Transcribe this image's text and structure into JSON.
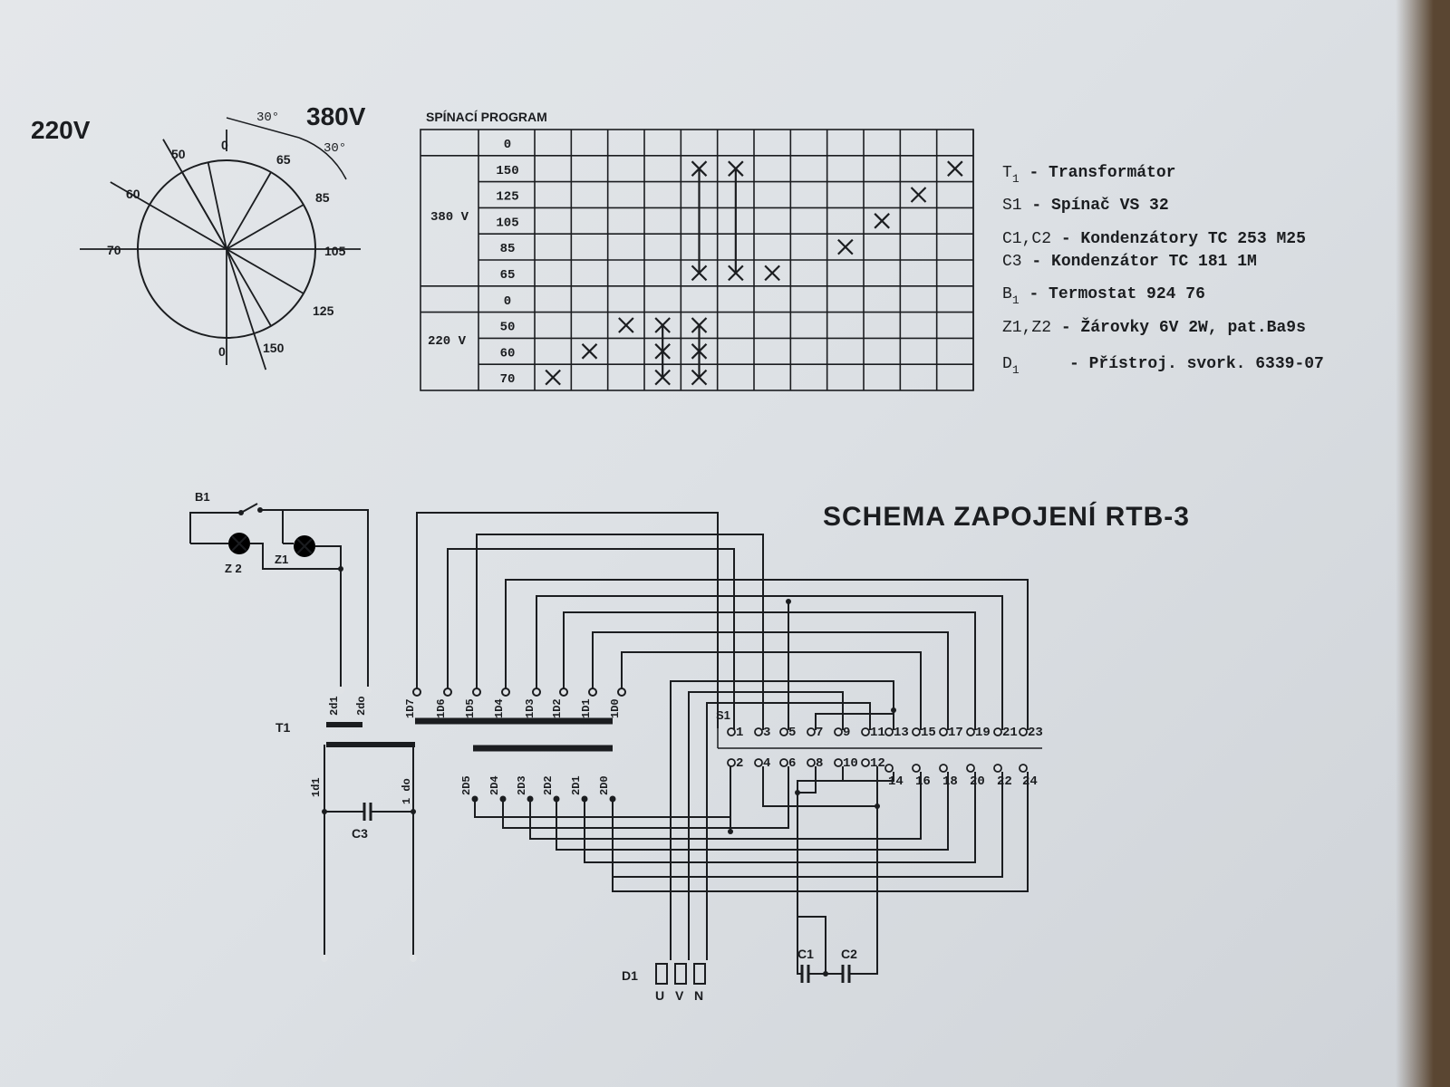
{
  "voltage_dial": {
    "label_220": "220V",
    "label_380": "380V",
    "angle_1": "30°",
    "angle_2": "30°",
    "positions": [
      "0",
      "65",
      "85",
      "105",
      "125",
      "150",
      "0",
      "70",
      "60",
      "50"
    ]
  },
  "switching_program": {
    "title": "SPÍNACÍ PROGRAM",
    "group_380": "380 V",
    "group_220": "220 V",
    "rows": [
      "0",
      "150",
      "125",
      "105",
      "85",
      "65",
      "0",
      "50",
      "60",
      "70"
    ]
  },
  "legend": [
    {
      "sym": "T",
      "sub": "1",
      "text": "- Transformátor"
    },
    {
      "sym": "S1",
      "sub": "",
      "text": "- Spínač VS 32"
    },
    {
      "sym": "C1,C2",
      "sub": "",
      "text": "- Kondenzátory TC 253 M25"
    },
    {
      "sym": "C3",
      "sub": "",
      "text": "- Kondenzátor TC 181 1M"
    },
    {
      "sym": "B",
      "sub": "1",
      "text": "- Termostat 924 76"
    },
    {
      "sym": "Z1,Z2",
      "sub": "",
      "text": "- Žárovky 6V 2W, pat.Ba9s"
    },
    {
      "sym": "D",
      "sub": "1",
      "text": "- Přístroj. svork. 6339-07"
    }
  ],
  "schema_title": "SCHEMA ZAPOJENÍ RTB-3",
  "labels": {
    "b1": "B1",
    "z1": "Z1",
    "z2": "Z 2",
    "t1": "T1",
    "c3": "C3",
    "c1": "C1",
    "c2": "C2",
    "d1": "D1",
    "s1": "S1",
    "u": "U",
    "v": "V",
    "n": "N",
    "t_2d1": "2d1",
    "t_2d0": "2do",
    "t_1d1": "1d1",
    "t_1d0": "1 do"
  },
  "terminals_1d": [
    "1D7",
    "1D6",
    "1D5",
    "1D4",
    "1D3",
    "1D2",
    "1D1",
    "1D0"
  ],
  "terminals_2d": [
    "2D5",
    "2D4",
    "2D3",
    "2D2",
    "2D1",
    "2D0"
  ],
  "switch_top": [
    "1",
    "3",
    "5",
    "7",
    "9",
    "11",
    "13",
    "15",
    "17",
    "19",
    "21",
    "23"
  ],
  "switch_bottom": [
    "2",
    "4",
    "6",
    "8",
    "10",
    "12",
    "14",
    "16",
    "18",
    "20",
    "22",
    "24"
  ]
}
